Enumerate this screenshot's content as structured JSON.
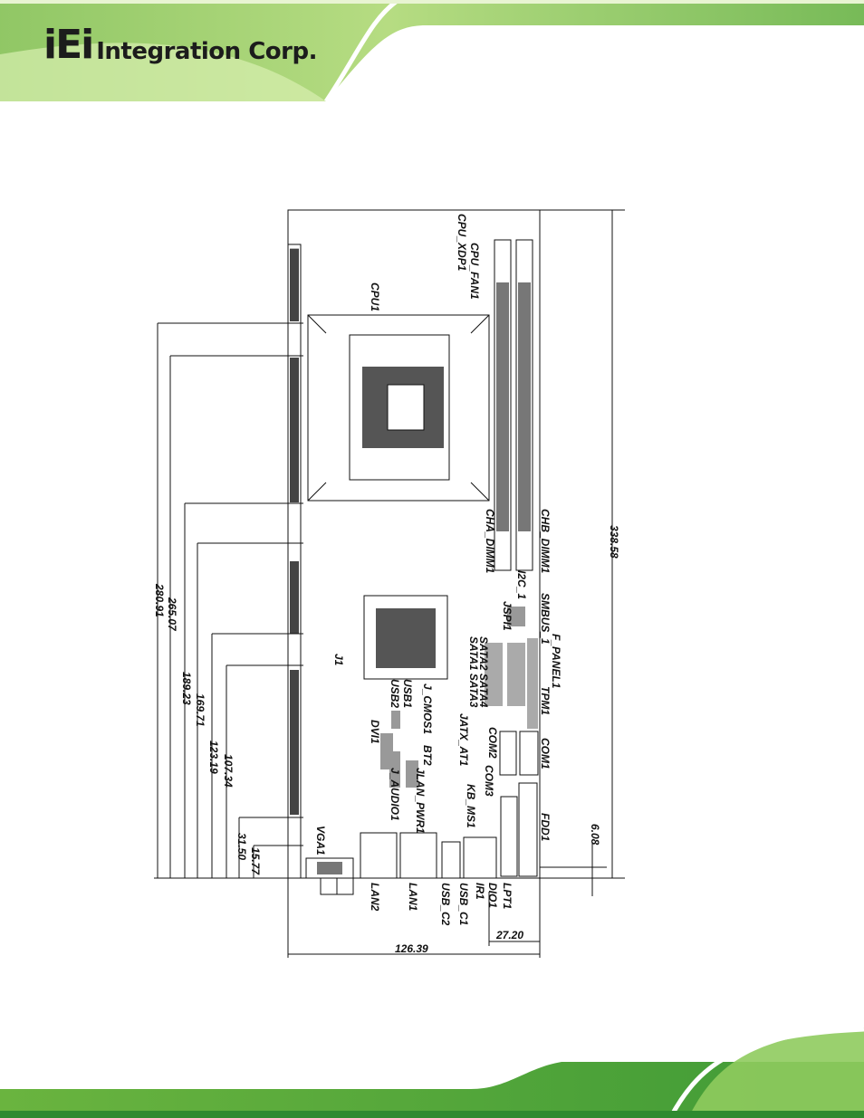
{
  "logo": {
    "mark": "iEi",
    "text": "Integration Corp."
  },
  "brand_colors": {
    "primary_green": "#6fb83a",
    "light_green": "#c3e27e",
    "dark_green": "#2e7d33"
  },
  "dimensions": {
    "overall_length": "338.58",
    "board_width": "126.39",
    "io_offset": "27.20",
    "edge_offset": "6.08",
    "d280": "280.91",
    "d265": "265.07",
    "d189": "189.23",
    "d169": "169.71",
    "d123": "123.19",
    "d107": "107.34",
    "d31": "31.50",
    "d15": "15.77"
  },
  "labels": {
    "cpu_xdp1": "CPU_XDP1",
    "cpu_fan1": "CPU_FAN1",
    "cpu1": "CPU1",
    "chb_dimm1": "CHB_DIMM1",
    "cha_dimm1": "CHA_DIMM1",
    "i2c_1": "I2C_1",
    "smbus_1": "SMBUS_1",
    "jspi1": "JSPI1",
    "f_panel1": "F_PANEL1",
    "sata2_sata4": "SATA2 SATA4",
    "sata1_sata3": "SATA1 SATA3",
    "tpm1": "TPM1",
    "j1": "J1",
    "j_cmos1": "J_CMOS1",
    "usb1": "USB1",
    "usb2": "USB2",
    "dvi1": "DVI1",
    "bt2": "BT2",
    "jatx_at1": "JATX_AT1",
    "com2": "COM2",
    "com1": "COM1",
    "jlan_pwr1": "JLAN_PWR1",
    "j_audio1": "J_AUDIO1",
    "com3": "COM3",
    "kb_ms1": "KB_MS1",
    "fdd1": "FDD1",
    "vga1": "VGA1",
    "lan2": "LAN2",
    "lan1": "LAN1",
    "usb_c2": "USB_C2",
    "usb_c1": "USB_C1",
    "ir1": "IR1",
    "dio1": "DIO1",
    "lpt1": "LPT1"
  }
}
